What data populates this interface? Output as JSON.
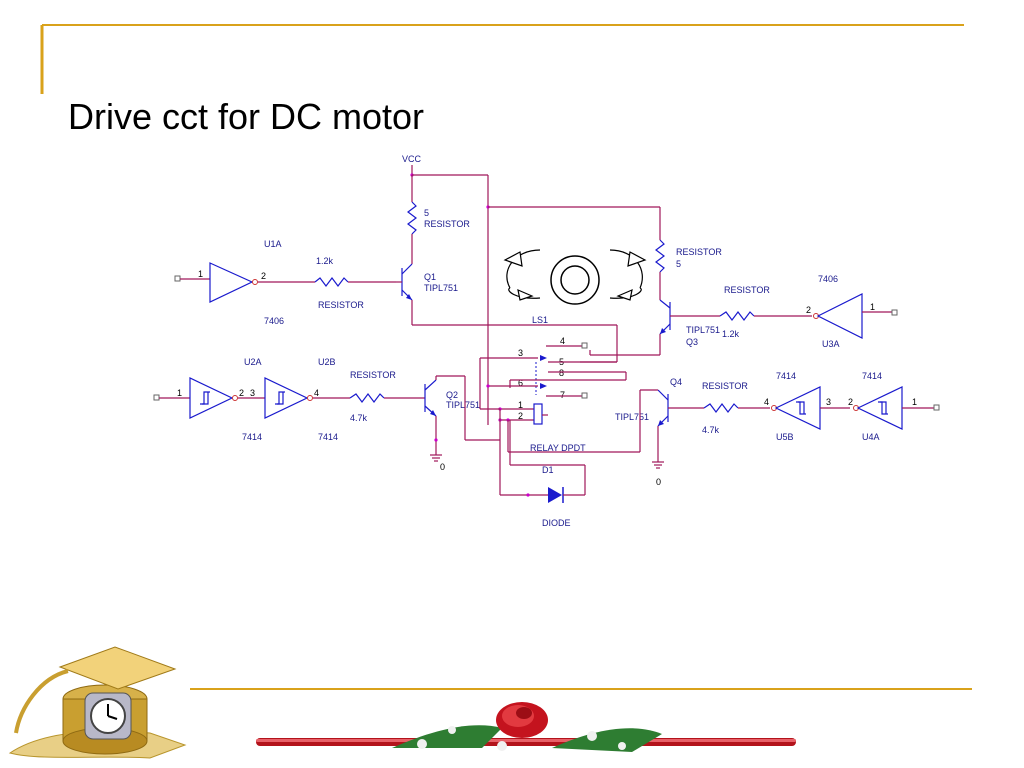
{
  "slide": {
    "title": "Drive cct for DC motor",
    "accent_color": "#d9a21b"
  },
  "colors": {
    "wire": "#a0185a",
    "component": "#1a1acd",
    "label": "#1a1a8c",
    "junction": "#cc00cc",
    "pin": "#666666"
  },
  "circuit": {
    "vcc": "VCC",
    "ground": "0",
    "u1a": {
      "ref": "U1A",
      "part": "7406",
      "pin_in": "1",
      "pin_out": "2"
    },
    "u3a": {
      "ref": "U3A",
      "part": "7406",
      "pin_in": "1",
      "pin_out": "2"
    },
    "u2a": {
      "ref": "U2A",
      "part": "7414",
      "pin_in": "1",
      "pin_out": "2"
    },
    "u2b": {
      "ref": "U2B",
      "part": "7414",
      "pin_in": "3",
      "pin_out": "4"
    },
    "u5b": {
      "ref": "U5B",
      "part": "7414",
      "pin_in": "3",
      "pin_out": "4"
    },
    "u4a": {
      "ref": "U4A",
      "part": "7414",
      "pin_in": "1",
      "pin_out": "2"
    },
    "r_top_left": {
      "value": "5",
      "label": "RESISTOR"
    },
    "r_top_right": {
      "value": "5",
      "label": "RESISTOR"
    },
    "r_q1": {
      "value": "1.2k",
      "label": "RESISTOR"
    },
    "r_q3": {
      "value": "1.2k",
      "label": "RESISTOR"
    },
    "r_q2": {
      "value": "4.7k",
      "label": "RESISTOR"
    },
    "r_q4": {
      "value": "4.7k",
      "label": "RESISTOR"
    },
    "q1": {
      "ref": "Q1",
      "part": "TIPL751"
    },
    "q2": {
      "ref": "Q2",
      "part": "TIPL751"
    },
    "q3": {
      "ref": "Q3",
      "part": "TIPL751"
    },
    "q4": {
      "ref": "Q4",
      "part": "TIPL751"
    },
    "relay": {
      "ref": "LS1",
      "part": "RELAY DPDT",
      "pins": [
        "1",
        "2",
        "3",
        "4",
        "5",
        "6",
        "7",
        "8"
      ]
    },
    "diode": {
      "ref": "D1",
      "part": "DIODE"
    }
  }
}
